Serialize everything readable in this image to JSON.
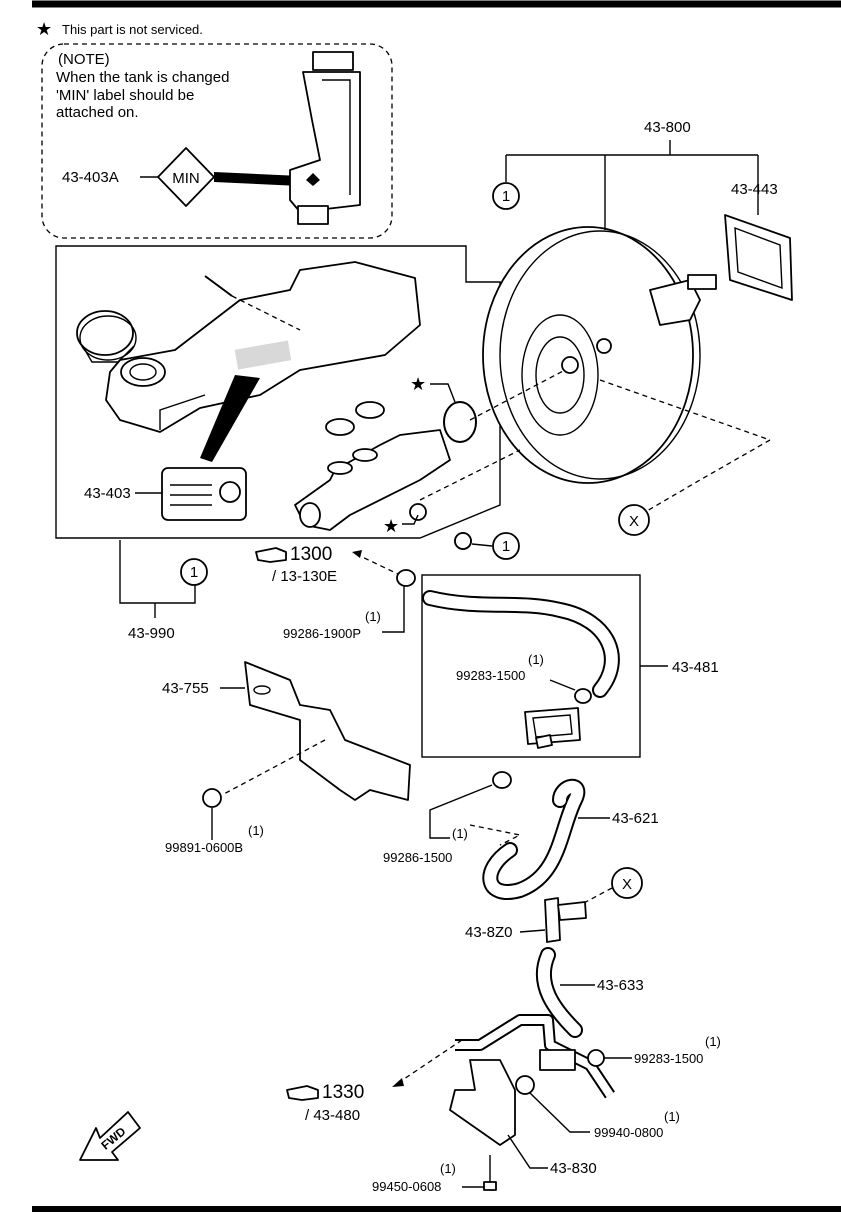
{
  "note_header": {
    "star_glyph": "★",
    "legend": "This part is not serviced."
  },
  "note_box": {
    "title": "(NOTE)",
    "lines": [
      "When the tank is changed",
      "'MIN' label should be",
      "attached on."
    ],
    "label_part": "43-403A",
    "label_text": "MIN"
  },
  "parts": {
    "p43800": "43-800",
    "p43443": "43-443",
    "p43403": "43-403",
    "p43990": "43-990",
    "p43755": "43-755",
    "p43481": "43-481",
    "p43621": "43-621",
    "p438Z0": "43-8Z0",
    "p43633": "43-633",
    "p43830": "43-830"
  },
  "fasteners": [
    {
      "qty": "(1)",
      "part": "99286-1900P"
    },
    {
      "qty": "(1)",
      "part": "99283-1500"
    },
    {
      "qty": "(1)",
      "part": "99891-0600B"
    },
    {
      "qty": "(1)",
      "part": "99286-1500"
    },
    {
      "qty": "(1)",
      "part": "99283-1500"
    },
    {
      "qty": "(1)",
      "part": "99940-0800"
    },
    {
      "qty": "(1)",
      "part": "99450-0608"
    }
  ],
  "refs": [
    {
      "number": "1300",
      "sub": "/ 13-130E"
    },
    {
      "number": "1330",
      "sub": "/ 43-480"
    }
  ],
  "callouts": {
    "one": "1",
    "x": "X"
  },
  "fwd": "FWD",
  "colors": {
    "ink": "#000000",
    "paper": "#ffffff"
  }
}
